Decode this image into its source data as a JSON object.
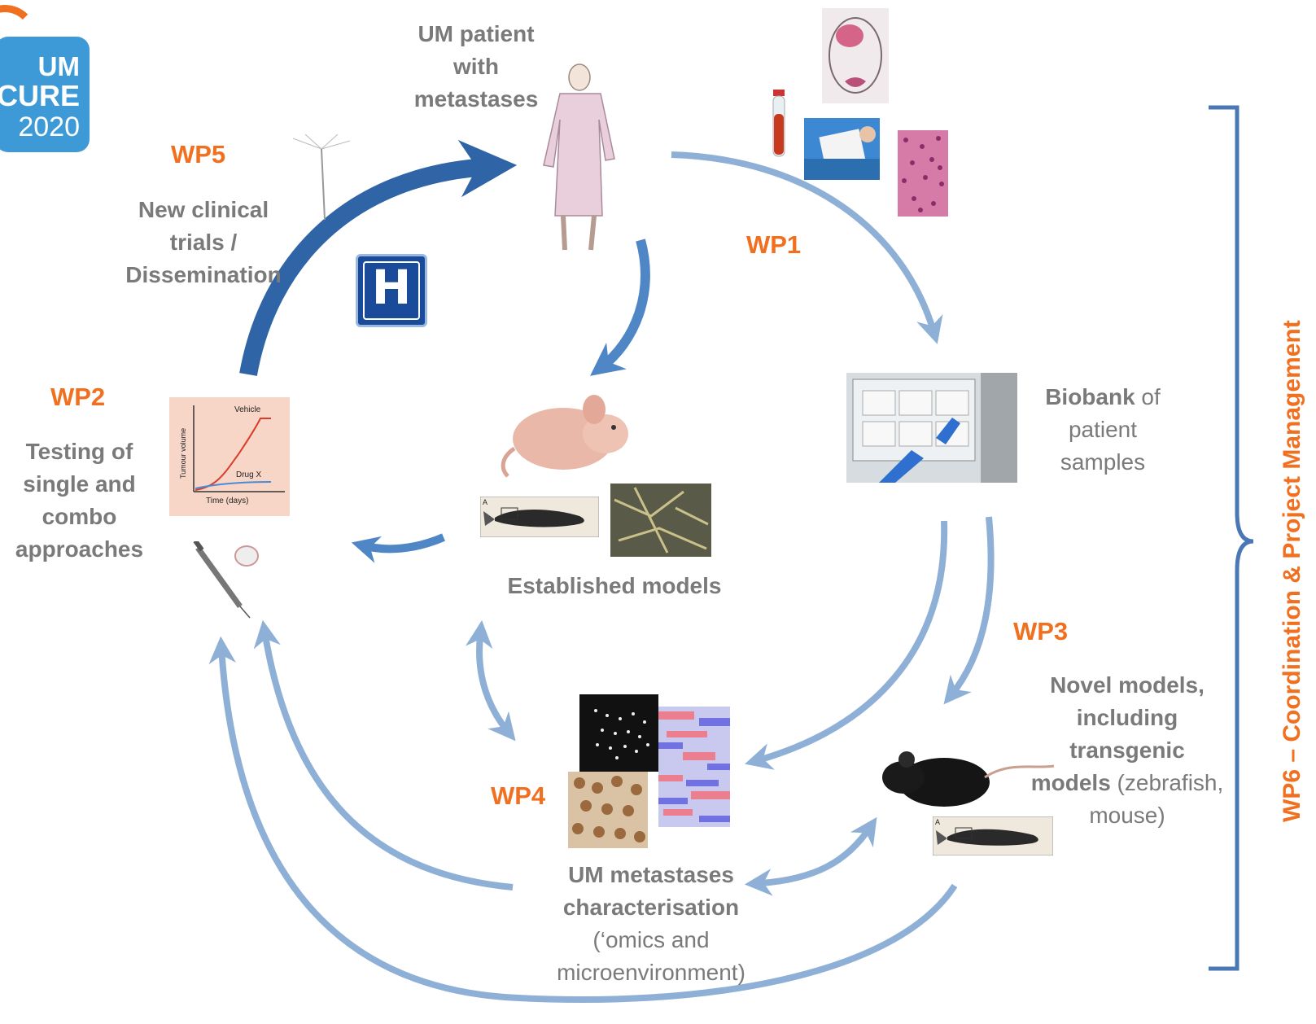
{
  "logo": {
    "line1": "UM",
    "line2": "CURE",
    "line3": "2020"
  },
  "hospital_icon": {
    "letter": "H"
  },
  "labels": {
    "patient": [
      "UM patient",
      "with",
      "metastases"
    ],
    "wp5": "WP5",
    "wp5_text": [
      "New clinical",
      "trials /",
      "Dissemination"
    ],
    "wp1": "WP1",
    "wp2": "WP2",
    "wp2_text": [
      "Testing of",
      "single and",
      "combo",
      "approaches"
    ],
    "established": "Established models",
    "biobank_bold": "Biobank",
    "biobank_rest": " of",
    "biobank_lines": [
      "patient",
      "samples"
    ],
    "wp3": "WP3",
    "novel": [
      "Novel models,",
      "including",
      "transgenic"
    ],
    "novel_bold4": "models",
    "novel_rest4": " (zebrafish,",
    "novel_line5": "mouse)",
    "wp4": "WP4",
    "char_bold": [
      "UM metastases",
      "characterisation"
    ],
    "char_light": [
      "(‘omics and",
      "microenvironment)"
    ],
    "wp6": "WP6 – Coordination & Project Management"
  },
  "plot": {
    "ylabel": "Tumour volume",
    "xlabel": "Time (days)",
    "series1": "Vehicle",
    "series2": "Drug X"
  },
  "zebrafish_panel_letter": "A",
  "colors": {
    "accent_orange": "#f07020",
    "arrow_light": "#8fb0d6",
    "arrow_dark": "#2f64a6",
    "bracket": "#4a78b4",
    "text_gray": "#7a7a7a"
  }
}
